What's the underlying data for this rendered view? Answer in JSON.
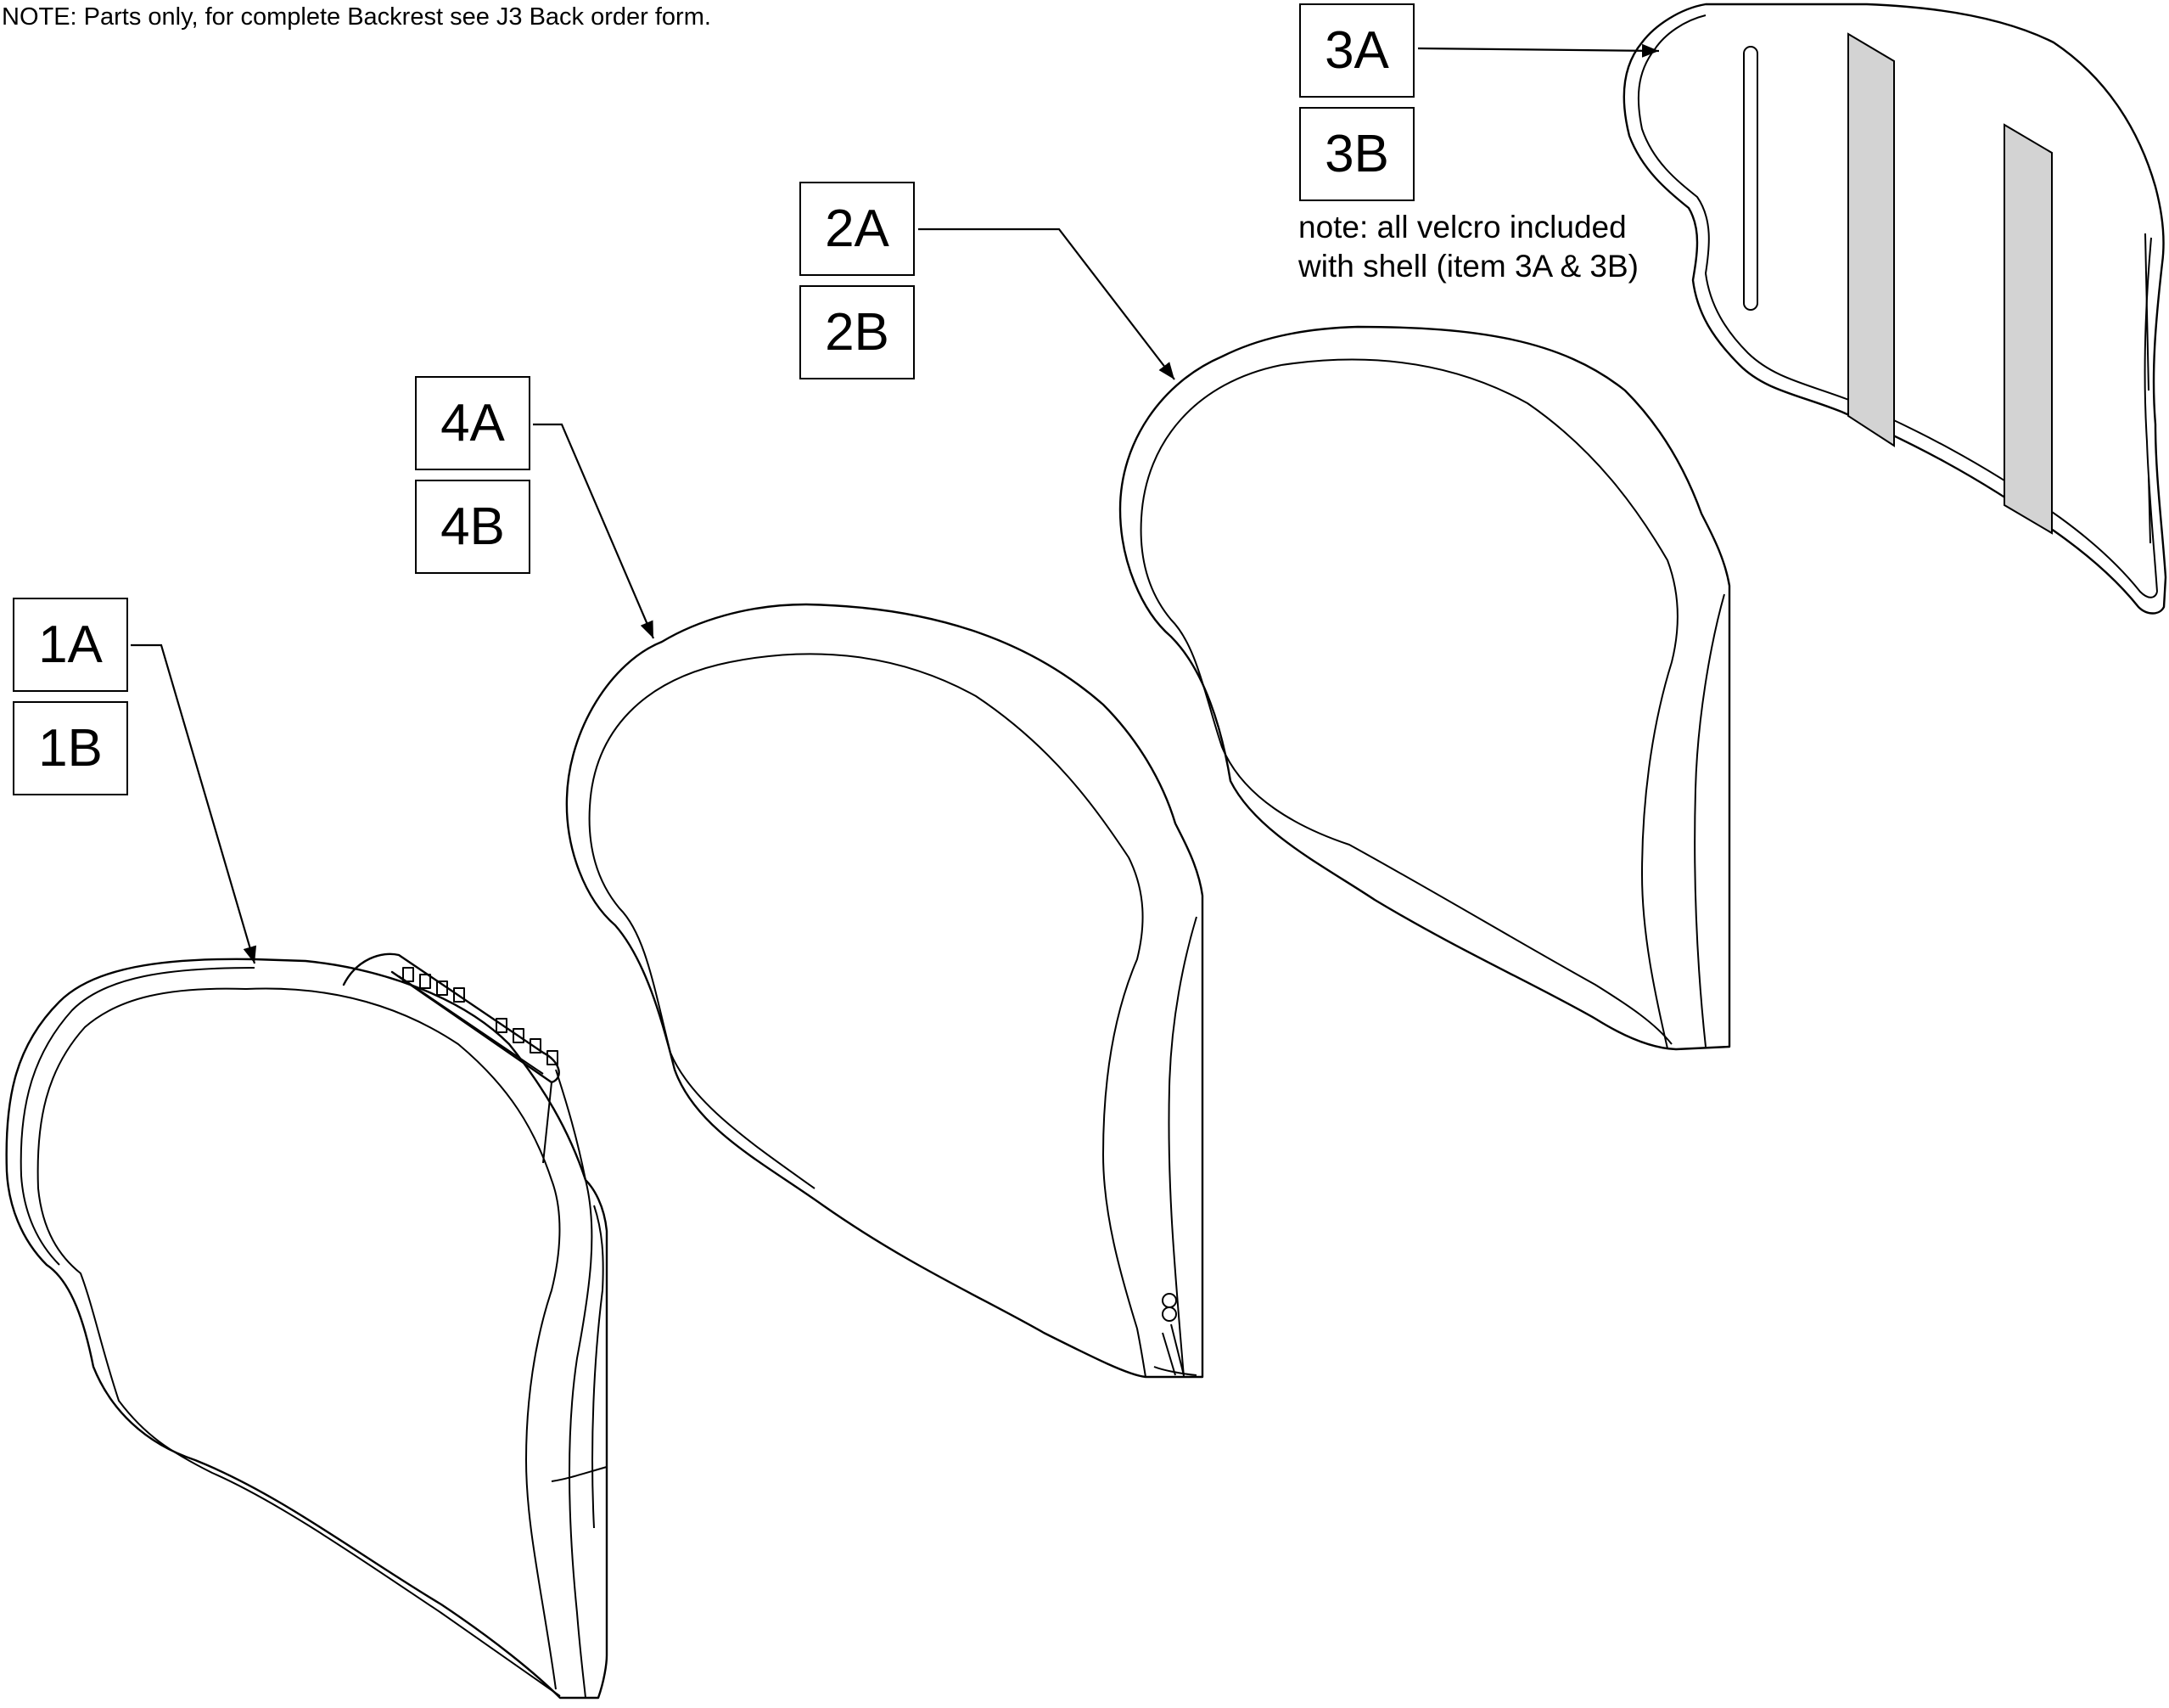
{
  "header_note": "NOTE: Parts only, for complete Backrest see J3 Back order form.",
  "velcro_note": {
    "line1": "note: all velcro included",
    "line2": "with shell (item 3A & 3B)"
  },
  "callouts": {
    "c1a": "1A",
    "c1b": "1B",
    "c2a": "2A",
    "c2b": "2B",
    "c3a": "3A",
    "c3b": "3B",
    "c4a": "4A",
    "c4b": "4B"
  },
  "colors": {
    "line": "#000000",
    "velcro": "#d3d3d3",
    "background": "#ffffff"
  }
}
